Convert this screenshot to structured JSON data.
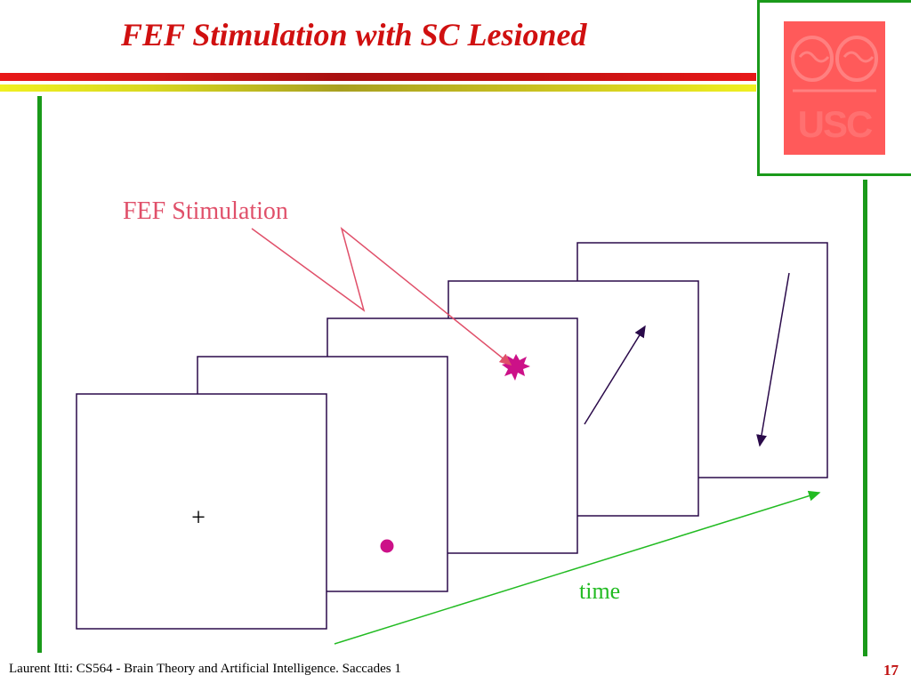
{
  "slide": {
    "title": "FEF Stimulation with SC Lesioned",
    "footer": "Laurent Itti: CS564 - Brain Theory and Artificial Intelligence. Saccades 1",
    "page_number": "17"
  },
  "diagram": {
    "stimulation_label": "FEF Stimulation",
    "time_label": "time",
    "fixation_symbol": "+",
    "frames": [
      "frame-1-fixation",
      "frame-2-target",
      "frame-3-stimulation",
      "frame-4-saccade-up",
      "frame-5-saccade-down"
    ]
  },
  "logo": {
    "text": "USC",
    "icon": "usc-brain-logo"
  },
  "colors": {
    "title": "#d01010",
    "accent_green": "#1a9a1a",
    "frame_border": "#2a0a4a",
    "stimulation_pink": "#e0506a",
    "target_magenta": "#cc1188",
    "time_green": "#22bb22",
    "logo_red": "#ff5a5a"
  }
}
